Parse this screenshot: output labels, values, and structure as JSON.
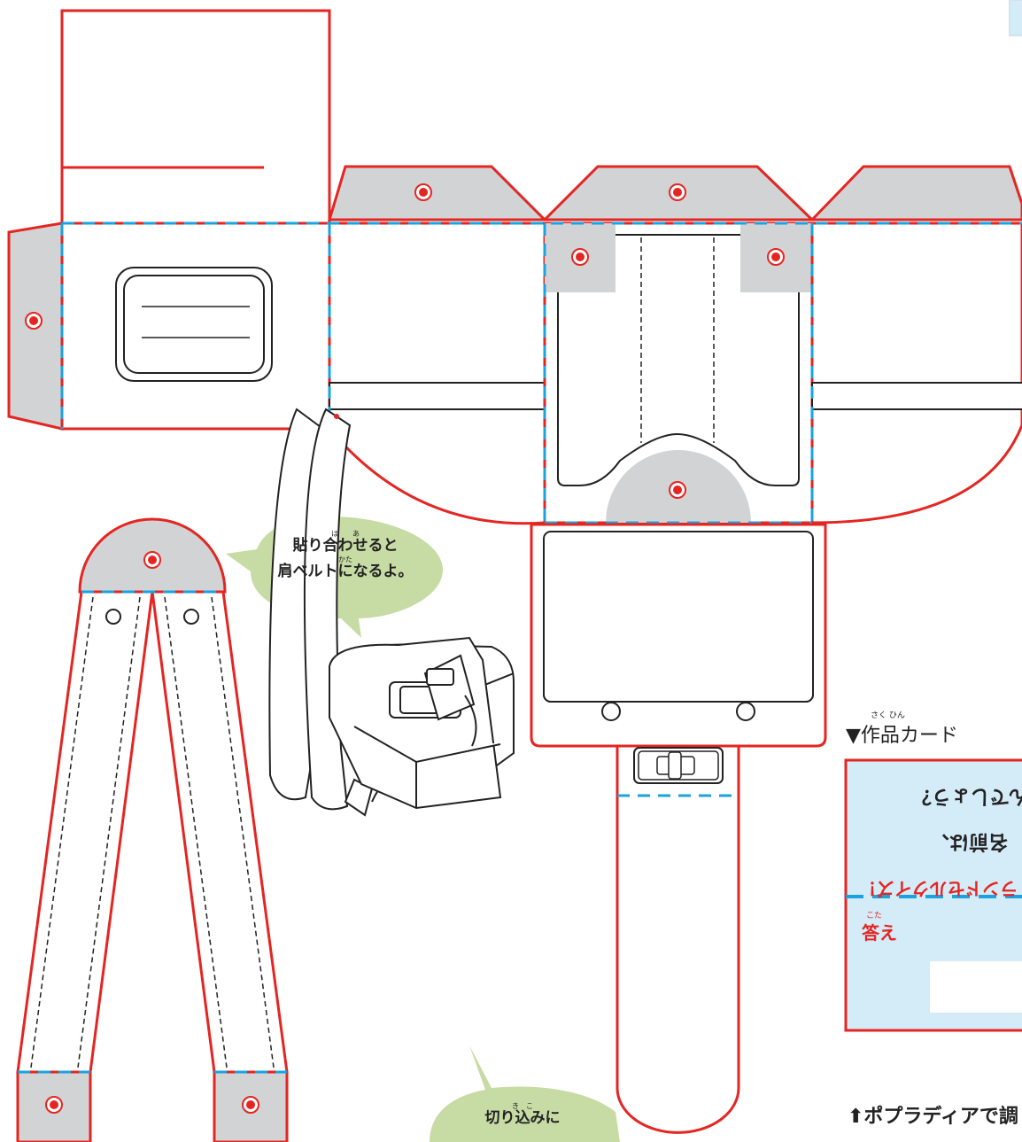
{
  "bubbles": {
    "belt_ruby": "は　　あ",
    "belt_line1": "貼り合わせると",
    "belt_ruby2": "かた",
    "belt_line2": "肩ベルトになるよ。",
    "slit_ruby": "き　こ",
    "slit_line1": "切り込みに"
  },
  "card": {
    "title_ruby": "さく ひん",
    "title": "▼作品カード",
    "upside_line1": "なんでしょう？",
    "upside_line2": "名前は、",
    "upside_line3": "ランドセルクイズ！",
    "answer_ruby": "こた",
    "answer_label": "答え"
  },
  "footer": {
    "text": "⬆ポプラディアで調"
  },
  "colors": {
    "cut_line": "#e52521",
    "fold_line": "#1aa3e0",
    "glue_tab": "#d1d3d4",
    "card_bg": "#d4ebf8",
    "bubble": "#c7dca4"
  }
}
